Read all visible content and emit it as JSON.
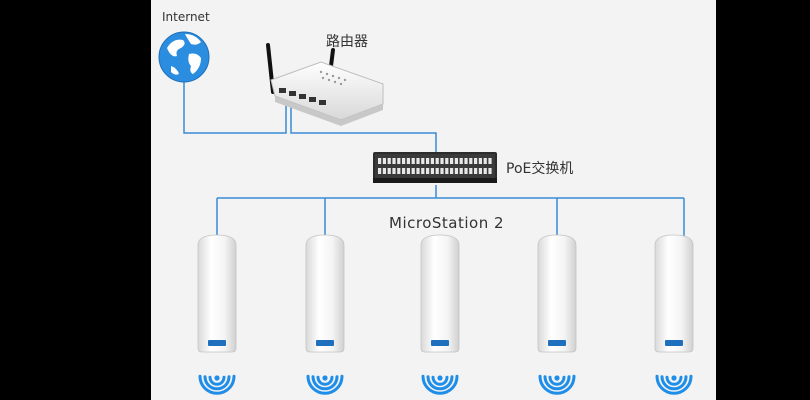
{
  "labels": {
    "internet": "Internet",
    "router": "路由器",
    "poe_switch": "PoE交换机",
    "microstation": "MicroStation  2"
  },
  "colors": {
    "line": "#3a8bd6",
    "globe": "#2a8de0",
    "wifi": "#1f8ee8",
    "badge": "#1f6fbf"
  },
  "devices": {
    "count": 5
  }
}
